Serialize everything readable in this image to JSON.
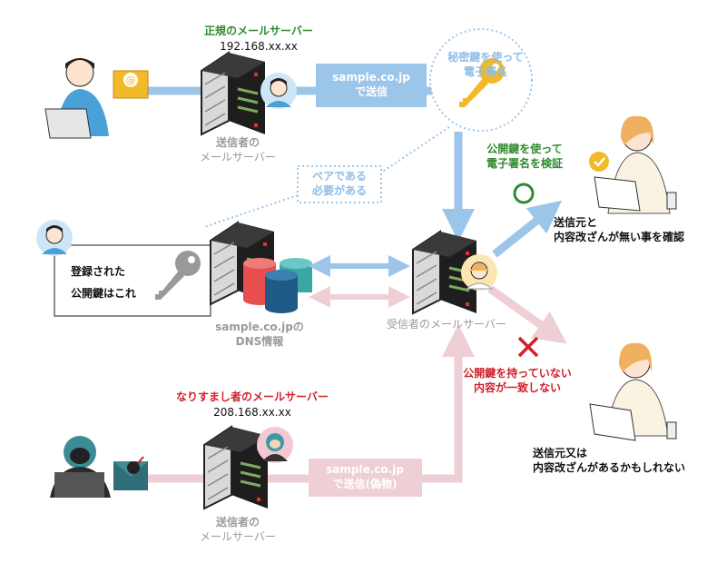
{
  "colors": {
    "legit_blue": "#9cc5ea",
    "fake_pink": "#efcfd6",
    "ok_green": "#2e8b2e",
    "ng_red": "#d0202a",
    "key_yellow": "#f2b928"
  },
  "legit": {
    "title": "正規のメールサーバー",
    "ip": "192.168.xx.xx",
    "server_label": [
      "送信者の",
      "メールサーバー"
    ],
    "send_box": [
      "sample.co.jp",
      "で送信"
    ],
    "sign_circle": [
      "秘密鍵を使って",
      "電子署名"
    ]
  },
  "pair_note": [
    "ペアである",
    "必要がある"
  ],
  "dns": {
    "bubble": [
      "登録された",
      "公開鍵はこれ"
    ],
    "label": [
      "sample.co.jpの",
      "DNS情報"
    ]
  },
  "receiver": {
    "label": "受信者のメールサーバー",
    "verify": [
      "公開鍵を使って",
      "電子署名を検証"
    ],
    "ok_result": [
      "送信元と",
      "内容改ざんが無い事を確認"
    ],
    "ng_reason": [
      "公開鍵を持っていない",
      "内容が一致しない"
    ],
    "ng_result": [
      "送信元又は",
      "内容改ざんがあるかもしれない"
    ]
  },
  "fake": {
    "title": "なりすまし者のメールサーバー",
    "ip": "208.168.xx.xx",
    "send_box": [
      "sample.co.jp",
      "で送信(偽物)"
    ],
    "server_label": [
      "送信者の",
      "メールサーバー"
    ]
  },
  "icons": [
    "person-at-laptop-icon",
    "email-envelope-icon",
    "server-rack-icon",
    "key-icon",
    "database-icon",
    "check-circle-icon",
    "cross-icon",
    "hacker-icon",
    "bomb-envelope-icon",
    "worried-person-icon"
  ]
}
